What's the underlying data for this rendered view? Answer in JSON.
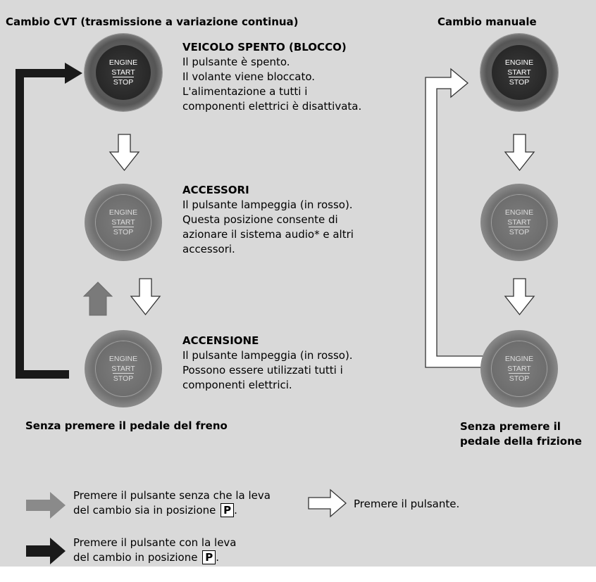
{
  "left_column": {
    "title": "Cambio CVT (trasmissione a variazione continua)",
    "footer": "Senza premere il pedale del freno"
  },
  "right_column": {
    "title": "Cambio manuale",
    "footer_line1": "Senza premere il",
    "footer_line2": "pedale della frizione"
  },
  "button_label": {
    "line1": "ENGINE",
    "line2": "START",
    "line3": "STOP"
  },
  "modes": [
    {
      "title": "VEICOLO SPENTO (BLOCCO)",
      "lines": [
        "Il pulsante è spento.",
        "Il volante viene bloccato.",
        "L'alimentazione a tutti i",
        "componenti elettrici è disattivata."
      ]
    },
    {
      "title": "ACCESSORI",
      "lines": [
        "Il pulsante lampeggia (in rosso).",
        "Questa posizione consente di",
        "azionare il sistema audio* e altri",
        "accessori."
      ]
    },
    {
      "title": "ACCENSIONE",
      "lines": [
        "Il pulsante lampeggia (in rosso).",
        "Possono essere utilizzati tutti i",
        "componenti elettrici."
      ]
    }
  ],
  "legend": {
    "gray_line1": "Premere il pulsante senza che la leva",
    "gray_line2": "del cambio sia in posizione",
    "white_text": "Premere il pulsante.",
    "black_line1": "Premere il pulsante con la leva",
    "black_line2": "del cambio in posizione",
    "p_symbol": "P",
    "period": "."
  },
  "colors": {
    "panel_bg": "#d9d9d9",
    "arrow_black": "#1a1a1a",
    "arrow_gray": "#808080",
    "arrow_white": "#ffffff",
    "button_off": "#2a2a2a",
    "button_lit": "#767676"
  }
}
